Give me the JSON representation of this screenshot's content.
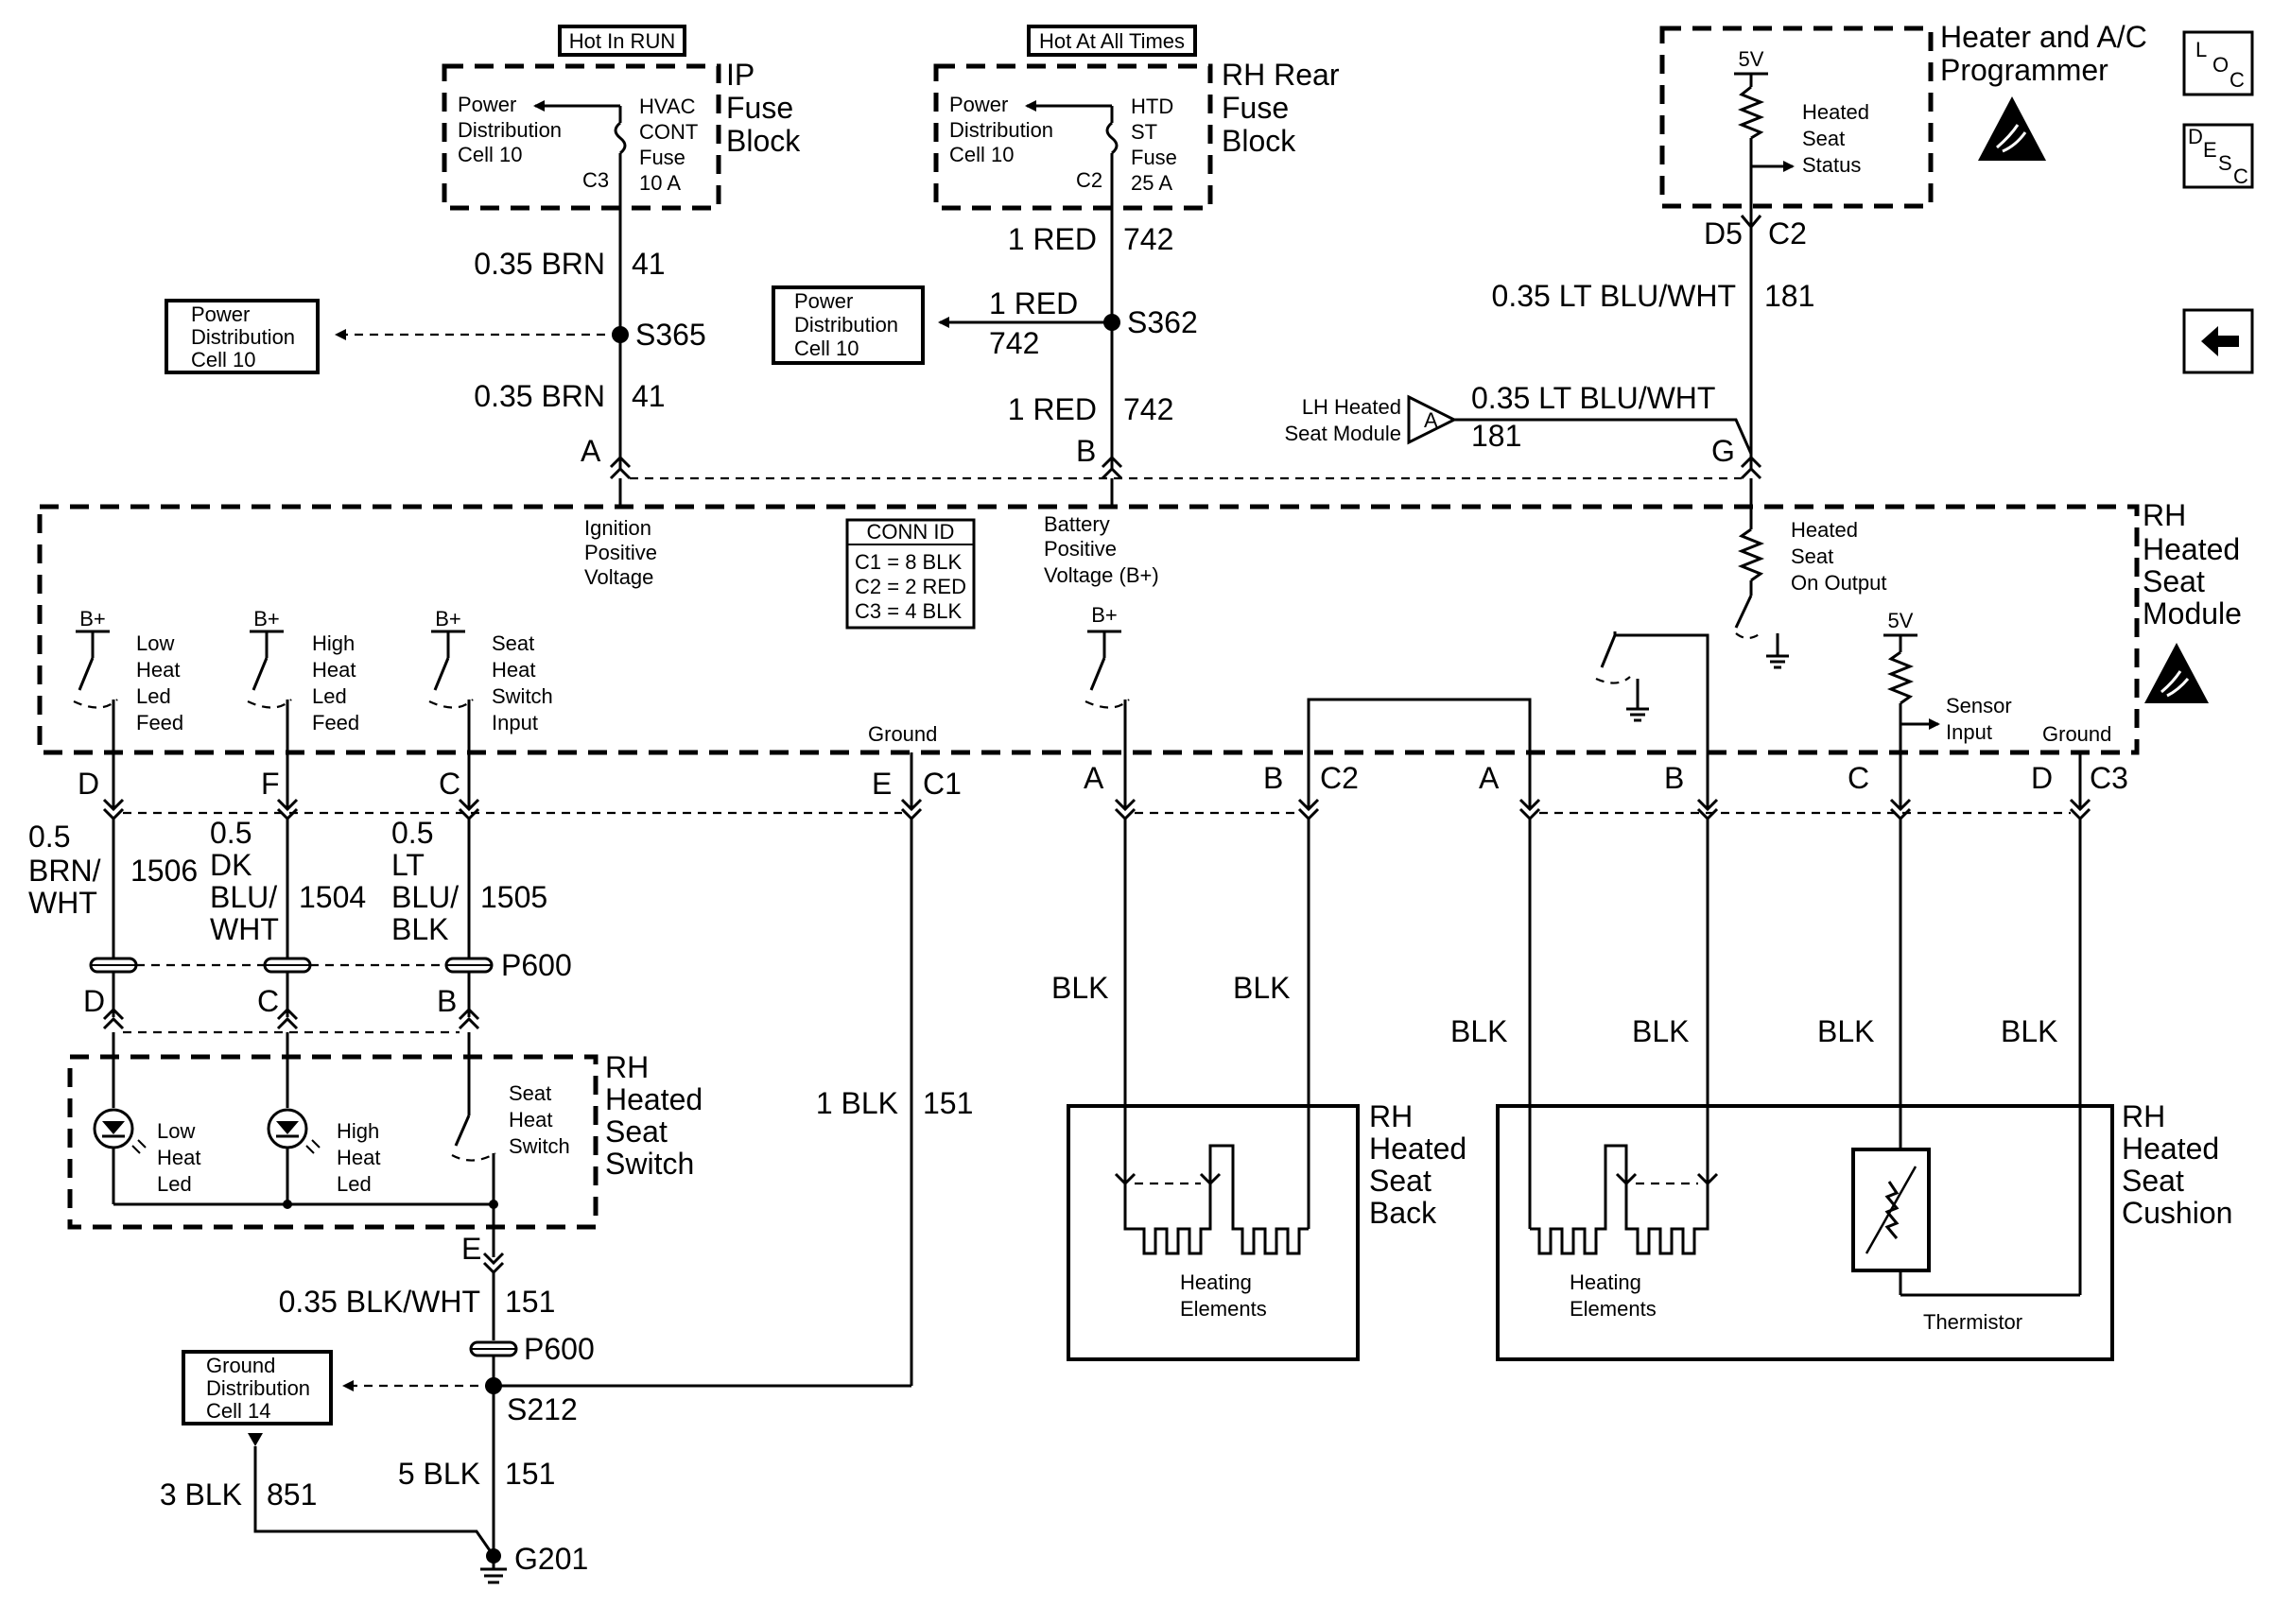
{
  "labels": {
    "hot_in_run": "Hot In RUN",
    "hot_at_all_times": "Hot At All Times",
    "ip_fuse_block": [
      "IP",
      "Fuse",
      "Block"
    ],
    "rh_rear_fuse_block": [
      "RH Rear",
      "Fuse",
      "Block"
    ],
    "heater_ac_programmer": [
      "Heater and A/C",
      "Programmer"
    ],
    "power_dist_cell10": [
      "Power",
      "Distribution",
      "Cell 10"
    ],
    "hvac_fuse": [
      "HVAC",
      "CONT",
      "Fuse",
      "10 A"
    ],
    "htd_fuse": [
      "HTD",
      "ST",
      "Fuse",
      "25 A"
    ],
    "c3": "C3",
    "c2": "C2",
    "five_v": "5V",
    "heated_seat_status": [
      "Heated",
      "Seat",
      "Status"
    ],
    "d5": "D5",
    "c2_top": "C2",
    "wire_brn_41_size": "0.35 BRN",
    "wire_41": "41",
    "s365": "S365",
    "s362": "S362",
    "wire_1red": "1 RED",
    "wire_742": "742",
    "wire_ltbluwht": "0.35 LT BLU/WHT",
    "wire_181": "181",
    "lh_heated_seat_module": [
      "LH Heated",
      "Seat Module"
    ],
    "conn_a_tri": "A",
    "pin_a": "A",
    "pin_b": "B",
    "pin_g": "G",
    "ignition_positive": [
      "Ignition",
      "Positive",
      "Voltage"
    ],
    "conn_id": [
      "CONN ID",
      "C1 = 8 BLK",
      "C2 = 2 RED",
      "C3 = 4 BLK"
    ],
    "battery_positive": [
      "Battery",
      "Positive",
      "Voltage (B+)"
    ],
    "heated_seat_on_output": [
      "Heated",
      "Seat",
      "On Output"
    ],
    "rh_heated_seat_module": [
      "RH",
      "Heated",
      "Seat",
      "Module"
    ],
    "bplus": "B+",
    "low_heat_led_feed": [
      "Low",
      "Heat",
      "Led",
      "Feed"
    ],
    "high_heat_led_feed": [
      "High",
      "Heat",
      "Led",
      "Feed"
    ],
    "seat_heat_switch_input": [
      "Seat",
      "Heat",
      "Switch",
      "Input"
    ],
    "ground": "Ground",
    "sensor_input": [
      "Sensor",
      "Input"
    ],
    "pin_d": "D",
    "pin_f": "F",
    "pin_c": "C",
    "pin_e": "E",
    "c1": "C1",
    "c2_mod": "C2",
    "c3_mod": "C3",
    "wire_05": "0.5",
    "wire_brnwht": [
      "BRN/",
      "WHT"
    ],
    "wire_1506": "1506",
    "wire_dkbluwht": [
      "DK",
      "BLU/",
      "WHT"
    ],
    "wire_1504": "1504",
    "wire_ltblublk": [
      "LT",
      "BLU/",
      "BLK"
    ],
    "wire_1505": "1505",
    "p600": "P600",
    "rh_heated_seat_switch": [
      "RH",
      "Heated",
      "Seat",
      "Switch"
    ],
    "seat_heat_switch": [
      "Seat",
      "Heat",
      "Switch"
    ],
    "low_heat_led": [
      "Low",
      "Heat",
      "Led"
    ],
    "high_heat_led": [
      "High",
      "Heat",
      "Led"
    ],
    "wire_1blk": "1 BLK",
    "wire_151": "151",
    "wire_blk": "BLK",
    "rh_heated_seat_back": [
      "RH",
      "Heated",
      "Seat",
      "Back"
    ],
    "rh_heated_seat_cushion": [
      "RH",
      "Heated",
      "Seat",
      "Cushion"
    ],
    "heating_elements": [
      "Heating",
      "Elements"
    ],
    "thermistor": "Thermistor",
    "wire_blkwht": "0.35 BLK/WHT",
    "ground_dist_cell14": [
      "Ground",
      "Distribution",
      "Cell 14"
    ],
    "s212": "S212",
    "wire_5blk": "5 BLK",
    "wire_3blk": "3 BLK",
    "wire_851": "851",
    "g201": "G201",
    "nav_loc": [
      "L",
      "O",
      "C"
    ],
    "nav_desc": [
      "D",
      "E",
      "S",
      "C"
    ]
  }
}
